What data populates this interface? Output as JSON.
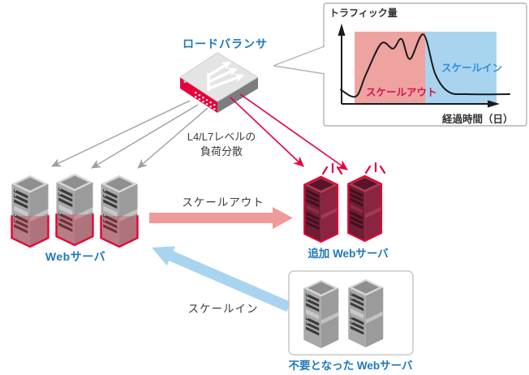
{
  "diagram": {
    "load_balancer_label": "ロードバランサ",
    "distribution_note": {
      "line1": "L4/L7レベルの",
      "line2": "負荷分散"
    },
    "scale_out_label": "スケールアウト",
    "scale_in_label": "スケールイン",
    "web_servers_label": "Webサーバ",
    "added_servers_label": "追加 Webサーバ",
    "removed_servers_label": "不要となった Webサーバ"
  },
  "chart_data": {
    "type": "line",
    "title": "",
    "ylabel": "トラフィック量",
    "xlabel": "経過時間（日）",
    "x": [
      0,
      0.9,
      1.5,
      2.4,
      3.1,
      3.6,
      4.1,
      4.9,
      5.6,
      6.4,
      7.5,
      10
    ],
    "values": [
      19,
      10,
      40,
      81,
      74,
      87,
      60,
      93,
      40,
      16,
      13,
      13
    ],
    "xlim": [
      0,
      10
    ],
    "ylim": [
      0,
      100
    ],
    "grid": false,
    "axis_style": "arrow",
    "line_color": "#1a1a1a",
    "regions": [
      {
        "label": "スケールアウト",
        "x_start": 0.82,
        "x_end": 5.02,
        "color": "#efa3a1",
        "label_color": "#d6154f"
      },
      {
        "label": "スケールイン",
        "x_start": 5.02,
        "x_end": 9.23,
        "color": "#a9d4ef",
        "label_color": "#2e90d8"
      }
    ]
  },
  "colors": {
    "label_blue": "#1d78c1",
    "accent_red": "#e6003e",
    "scale_out_arrow": "#ef9b99",
    "scale_in_arrow": "#a9d4f0",
    "note_gray": "#3c3c3c",
    "chart_region_out": "#efa3a1",
    "chart_region_in": "#a9d4ef"
  }
}
